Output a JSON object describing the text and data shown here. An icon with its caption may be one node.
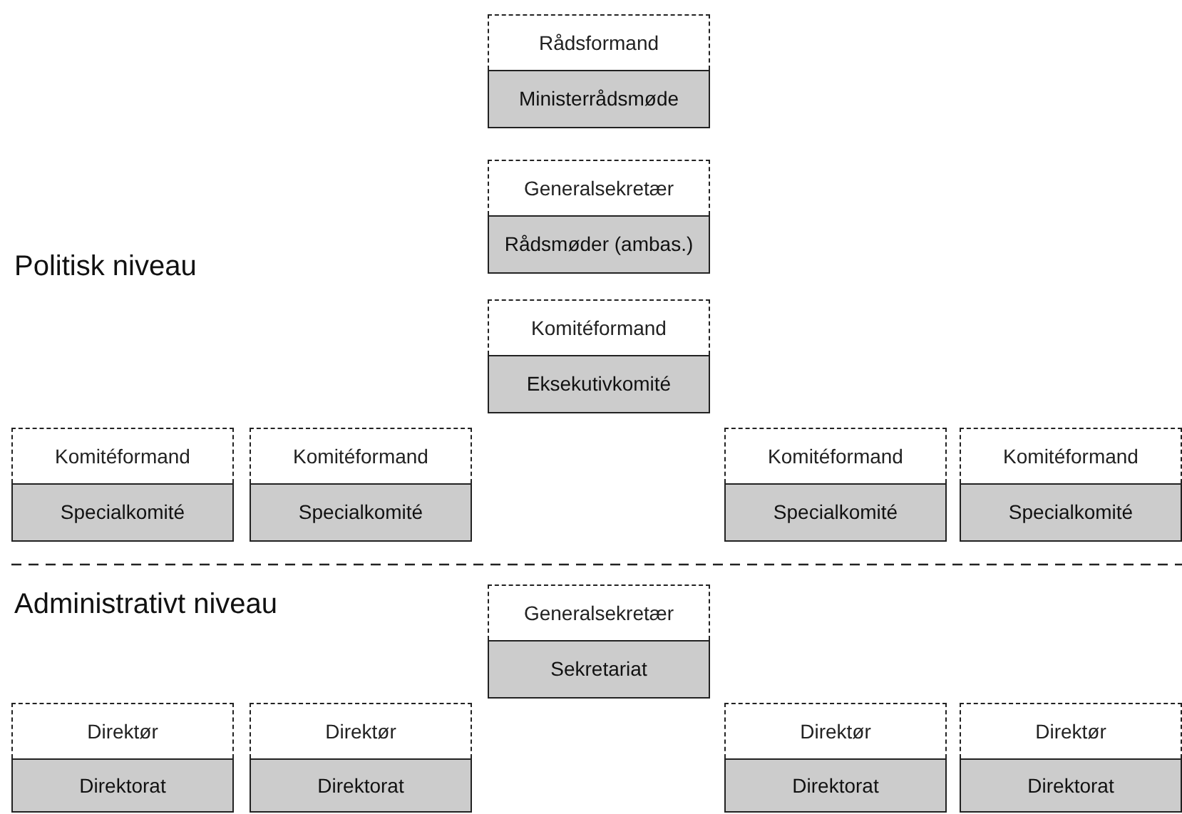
{
  "diagram": {
    "nodes": [
      {
        "text": [
          "Rådsformand"
        ]
      },
      {
        "text": [
          "Ministerrådsmøde"
        ]
      },
      {
        "text": [
          "Generalsekretær"
        ]
      },
      {
        "text": [
          "Rådsmøder (ambas.)"
        ]
      },
      {
        "text": [
          "Komitéformand"
        ]
      },
      {
        "text": [
          "Eksekutivkomité"
        ]
      },
      {
        "text": [
          "Komitéformand"
        ]
      },
      {
        "text": [
          "Specialkomité"
        ]
      },
      {
        "text": [
          "Komitéformand"
        ]
      },
      {
        "text": [
          "Specialkomité"
        ]
      },
      {
        "text": [
          "Komitéformand"
        ]
      },
      {
        "text": [
          "Specialkomité"
        ]
      },
      {
        "text": [
          "Komitéformand"
        ]
      },
      {
        "text": [
          "Specialkomité"
        ]
      },
      {
        "text": [
          "Generalsekretær"
        ]
      },
      {
        "text": [
          "Sekretariat"
        ]
      },
      {
        "text": [
          "Direktør"
        ]
      },
      {
        "text": [
          "Direktorat"
        ]
      },
      {
        "text": [
          "Direktør"
        ]
      },
      {
        "text": [
          "Direktorat"
        ]
      },
      {
        "text": [
          "Direktør"
        ]
      },
      {
        "text": [
          "Direktorat"
        ]
      },
      {
        "text": [
          "Direktør"
        ]
      },
      {
        "text": [
          "Direktorat"
        ]
      }
    ],
    "labels": [
      "Politisk niveau",
      "Administrativt niveau"
    ]
  }
}
